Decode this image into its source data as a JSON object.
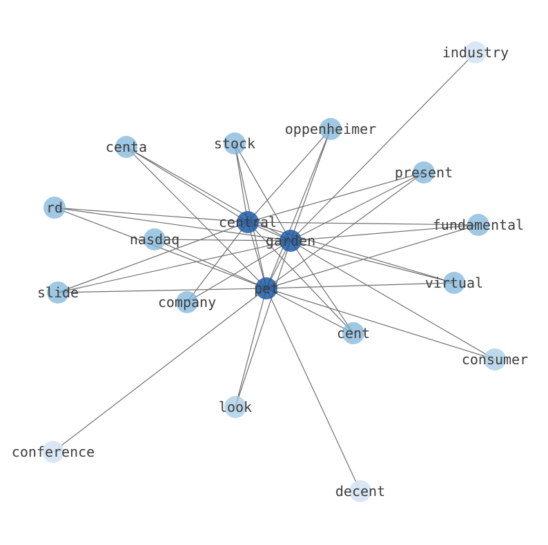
{
  "colors": {
    "tier1": "#1f5aa3",
    "tier2": "#7fb6dc",
    "tier3": "#aacfe6",
    "tier4": "#d6e4f3"
  },
  "nodes": [
    {
      "id": "industry",
      "label": "industry",
      "tier": 4
    },
    {
      "id": "oppenheimer",
      "label": "oppenheimer",
      "tier": 2
    },
    {
      "id": "stock",
      "label": "stock",
      "tier": 2
    },
    {
      "id": "centa",
      "label": "centa",
      "tier": 2
    },
    {
      "id": "present",
      "label": "present",
      "tier": 2
    },
    {
      "id": "rd",
      "label": "rd",
      "tier": 2
    },
    {
      "id": "central",
      "label": "central",
      "tier": 1
    },
    {
      "id": "fundamental",
      "label": "fundamental",
      "tier": 2
    },
    {
      "id": "nasdaq",
      "label": "nasdaq",
      "tier": 2
    },
    {
      "id": "garden",
      "label": "garden",
      "tier": 1
    },
    {
      "id": "virtual",
      "label": "virtual",
      "tier": 2
    },
    {
      "id": "slide",
      "label": "slide",
      "tier": 2
    },
    {
      "id": "pet",
      "label": "pet",
      "tier": 1
    },
    {
      "id": "company",
      "label": "company",
      "tier": 2
    },
    {
      "id": "cent",
      "label": "cent",
      "tier": 2
    },
    {
      "id": "consumer",
      "label": "consumer",
      "tier": 3
    },
    {
      "id": "look",
      "label": "look",
      "tier": 3
    },
    {
      "id": "conference",
      "label": "conference",
      "tier": 4
    },
    {
      "id": "decent",
      "label": "decent",
      "tier": 4
    }
  ],
  "edges": [
    [
      "garden",
      "industry"
    ],
    [
      "central",
      "oppenheimer"
    ],
    [
      "garden",
      "oppenheimer"
    ],
    [
      "pet",
      "oppenheimer"
    ],
    [
      "stock",
      "garden"
    ],
    [
      "stock",
      "pet"
    ],
    [
      "stock",
      "central"
    ],
    [
      "centa",
      "central"
    ],
    [
      "centa",
      "garden"
    ],
    [
      "centa",
      "pet"
    ],
    [
      "present",
      "central"
    ],
    [
      "present",
      "garden"
    ],
    [
      "present",
      "pet"
    ],
    [
      "rd",
      "central"
    ],
    [
      "rd",
      "garden"
    ],
    [
      "rd",
      "pet"
    ],
    [
      "central",
      "fundamental"
    ],
    [
      "garden",
      "fundamental"
    ],
    [
      "pet",
      "fundamental"
    ],
    [
      "nasdaq",
      "garden"
    ],
    [
      "nasdaq",
      "pet"
    ],
    [
      "central",
      "virtual"
    ],
    [
      "garden",
      "virtual"
    ],
    [
      "pet",
      "virtual"
    ],
    [
      "slide",
      "central"
    ],
    [
      "slide",
      "garden"
    ],
    [
      "slide",
      "pet"
    ],
    [
      "company",
      "central"
    ],
    [
      "company",
      "garden"
    ],
    [
      "central",
      "cent"
    ],
    [
      "garden",
      "cent"
    ],
    [
      "pet",
      "cent"
    ],
    [
      "garden",
      "consumer"
    ],
    [
      "pet",
      "consumer"
    ],
    [
      "central",
      "pet"
    ],
    [
      "garden",
      "pet"
    ],
    [
      "central",
      "garden"
    ],
    [
      "pet",
      "look"
    ],
    [
      "garden",
      "look"
    ],
    [
      "pet",
      "conference"
    ],
    [
      "pet",
      "decent"
    ]
  ]
}
